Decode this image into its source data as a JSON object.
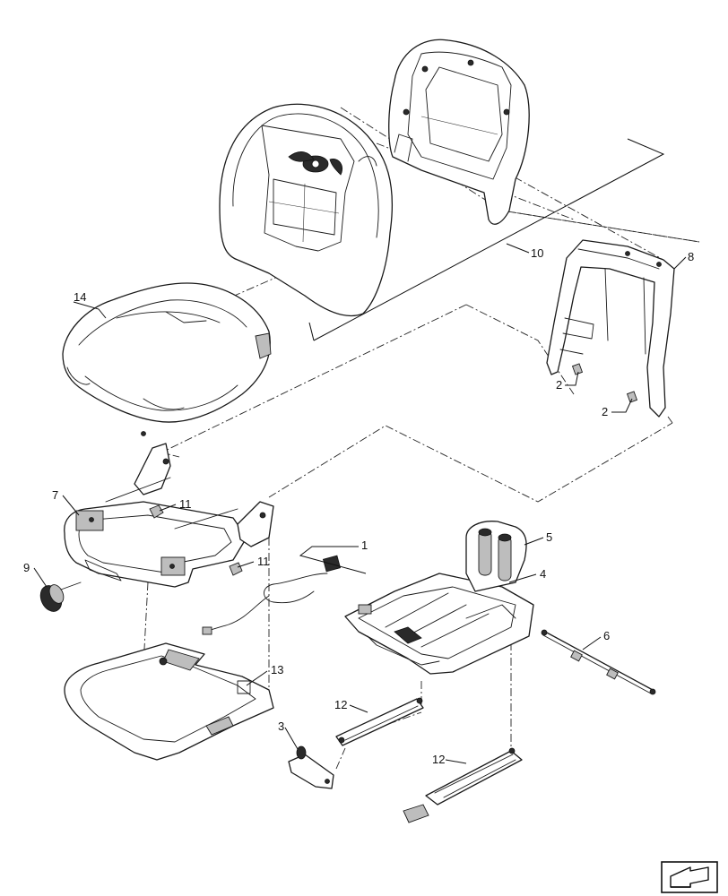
{
  "callouts": {
    "c1": "1",
    "c2a": "2",
    "c2b": "2",
    "c3": "3",
    "c4": "4",
    "c5": "5",
    "c6": "6",
    "c7": "7",
    "c8": "8",
    "c9": "9",
    "c10": "10",
    "c11a": "11",
    "c11b": "11",
    "c12a": "12",
    "c12b": "12",
    "c13": "13",
    "c14": "14"
  },
  "nav_icon": "arrow-navigation-icon"
}
